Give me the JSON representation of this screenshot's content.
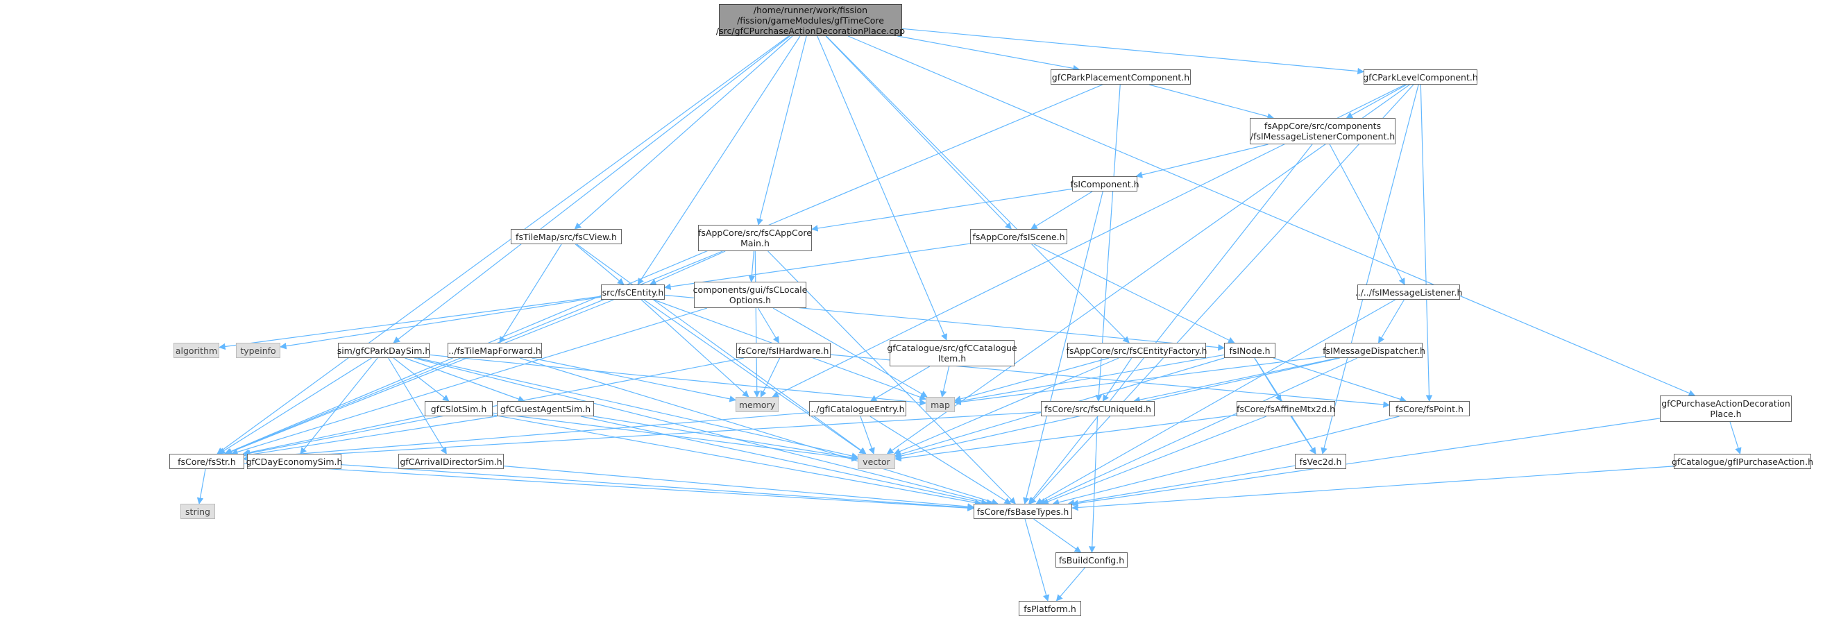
{
  "colors": {
    "edge": "#63b8ff",
    "border": "#666666",
    "root_fill": "#999999",
    "external_fill": "#e0e0e0"
  },
  "nodes": {
    "root": "/home/runner/work/fission\n/fission/gameModules/gfTimeCore\n/src/gfCPurchaseActionDecorationPlace.cpp",
    "parkPlacement": "gfCParkPlacementComponent.h",
    "parkLevel": "gfCParkLevelComponent.h",
    "msgListenerComp": "fsAppCore/src/components\n/fsIMessageListenerComponent.h",
    "icomponent": "fsIComponent.h",
    "tileView": "fsTileMap/src/fsCView.h",
    "appMain": "fsAppCore/src/fsCAppCore\nMain.h",
    "iscene": "fsAppCore/fsIScene.h",
    "centity": "src/fsCEntity.h",
    "locale": "components/gui/fsCLocale\nOptions.h",
    "msgListener": "../../fsIMessageListener.h",
    "algorithm": "algorithm",
    "typeinfo": "typeinfo",
    "parkDaySim": "sim/gfCParkDaySim.h",
    "tileFwd": "../fsTileMapForward.h",
    "ihardware": "fsCore/fsIHardware.h",
    "catItem": "gfCatalogue/src/gfCCatalogue\nItem.h",
    "entityFactory": "fsAppCore/src/fsCEntityFactory.h",
    "inode": "fsINode.h",
    "msgDispatcher": "fsIMessageDispatcher.h",
    "memory": "memory",
    "map": "map",
    "slotSim": "gfCSlotSim.h",
    "guestSim": "gfCGuestAgentSim.h",
    "catEntry": "../gfICatalogueEntry.h",
    "uniqueId": "fsCore/src/fsCUniqueId.h",
    "affine": "fsCore/fsAffineMtx2d.h",
    "point": "fsCore/fsPoint.h",
    "purchPlace": "gfCPurchaseActionDecoration\nPlace.h",
    "fsstr": "fsCore/fsStr.h",
    "daySim": "gfCDayEconomySim.h",
    "arrival": "gfCArrivalDirectorSim.h",
    "vector": "vector",
    "vec2d": "fsVec2d.h",
    "purchAction": "gfCatalogue/gfIPurchaseAction.h",
    "string": "string",
    "baseTypes": "fsCore/fsBaseTypes.h",
    "buildConfig": "fsBuildConfig.h",
    "platform": "fsPlatform.h"
  },
  "edges": [
    [
      "root",
      "parkPlacement"
    ],
    [
      "root",
      "parkLevel"
    ],
    [
      "root",
      "purchPlace"
    ],
    [
      "root",
      "tileView"
    ],
    [
      "root",
      "appMain"
    ],
    [
      "root",
      "iscene"
    ],
    [
      "root",
      "centity"
    ],
    [
      "root",
      "parkDaySim"
    ],
    [
      "root",
      "catItem"
    ],
    [
      "root",
      "entityFactory"
    ],
    [
      "root",
      "fsstr"
    ],
    [
      "parkPlacement",
      "msgListenerComp"
    ],
    [
      "parkPlacement",
      "fsstr"
    ],
    [
      "parkPlacement",
      "uniqueId"
    ],
    [
      "parkLevel",
      "msgListenerComp"
    ],
    [
      "parkLevel",
      "memory"
    ],
    [
      "parkLevel",
      "vector"
    ],
    [
      "parkLevel",
      "point"
    ],
    [
      "parkLevel",
      "vec2d"
    ],
    [
      "parkLevel",
      "baseTypes"
    ],
    [
      "msgListenerComp",
      "icomponent"
    ],
    [
      "msgListenerComp",
      "msgListener"
    ],
    [
      "msgListenerComp",
      "baseTypes"
    ],
    [
      "icomponent",
      "appMain"
    ],
    [
      "icomponent",
      "iscene"
    ],
    [
      "icomponent",
      "baseTypes"
    ],
    [
      "msgListener",
      "msgDispatcher"
    ],
    [
      "msgListener",
      "baseTypes"
    ],
    [
      "msgDispatcher",
      "uniqueId"
    ],
    [
      "msgDispatcher",
      "map"
    ],
    [
      "msgDispatcher",
      "vector"
    ],
    [
      "msgDispatcher",
      "baseTypes"
    ],
    [
      "tileView",
      "centity"
    ],
    [
      "tileView",
      "tileFwd"
    ],
    [
      "tileView",
      "vector"
    ],
    [
      "appMain",
      "centity"
    ],
    [
      "appMain",
      "locale"
    ],
    [
      "appMain",
      "memory"
    ],
    [
      "appMain",
      "fsstr"
    ],
    [
      "appMain",
      "baseTypes"
    ],
    [
      "iscene",
      "centity"
    ],
    [
      "iscene",
      "inode"
    ],
    [
      "centity",
      "algorithm"
    ],
    [
      "centity",
      "typeinfo"
    ],
    [
      "centity",
      "inode"
    ],
    [
      "centity",
      "memory"
    ],
    [
      "centity",
      "map"
    ],
    [
      "centity",
      "vector"
    ],
    [
      "centity",
      "fsstr"
    ],
    [
      "locale",
      "ihardware"
    ],
    [
      "locale",
      "map"
    ],
    [
      "locale",
      "fsstr"
    ],
    [
      "ihardware",
      "memory"
    ],
    [
      "ihardware",
      "point"
    ],
    [
      "ihardware",
      "fsstr"
    ],
    [
      "tileFwd",
      "memory"
    ],
    [
      "tileFwd",
      "baseTypes"
    ],
    [
      "parkDaySim",
      "slotSim"
    ],
    [
      "parkDaySim",
      "guestSim"
    ],
    [
      "parkDaySim",
      "daySim"
    ],
    [
      "parkDaySim",
      "arrival"
    ],
    [
      "parkDaySim",
      "fsstr"
    ],
    [
      "parkDaySim",
      "vector"
    ],
    [
      "parkDaySim",
      "map"
    ],
    [
      "parkDaySim",
      "baseTypes"
    ],
    [
      "slotSim",
      "fsstr"
    ],
    [
      "slotSim",
      "vector"
    ],
    [
      "slotSim",
      "baseTypes"
    ],
    [
      "guestSim",
      "fsstr"
    ],
    [
      "guestSim",
      "vector"
    ],
    [
      "guestSim",
      "baseTypes"
    ],
    [
      "daySim",
      "baseTypes"
    ],
    [
      "arrival",
      "baseTypes"
    ],
    [
      "catItem",
      "catEntry"
    ],
    [
      "catItem",
      "map"
    ],
    [
      "catEntry",
      "fsstr"
    ],
    [
      "catEntry",
      "vector"
    ],
    [
      "catEntry",
      "baseTypes"
    ],
    [
      "entityFactory",
      "uniqueId"
    ],
    [
      "entityFactory",
      "map"
    ],
    [
      "entityFactory",
      "vector"
    ],
    [
      "inode",
      "affine"
    ],
    [
      "inode",
      "point"
    ],
    [
      "inode",
      "vec2d"
    ],
    [
      "inode",
      "map"
    ],
    [
      "inode",
      "vector"
    ],
    [
      "affine",
      "vec2d"
    ],
    [
      "affine",
      "vector"
    ],
    [
      "affine",
      "baseTypes"
    ],
    [
      "point",
      "baseTypes"
    ],
    [
      "vec2d",
      "baseTypes"
    ],
    [
      "uniqueId",
      "buildConfig"
    ],
    [
      "uniqueId",
      "fsstr"
    ],
    [
      "purchPlace",
      "purchAction"
    ],
    [
      "purchPlace",
      "baseTypes"
    ],
    [
      "purchAction",
      "baseTypes"
    ],
    [
      "fsstr",
      "string"
    ],
    [
      "fsstr",
      "baseTypes"
    ],
    [
      "baseTypes",
      "buildConfig"
    ],
    [
      "baseTypes",
      "platform"
    ],
    [
      "buildConfig",
      "platform"
    ]
  ]
}
